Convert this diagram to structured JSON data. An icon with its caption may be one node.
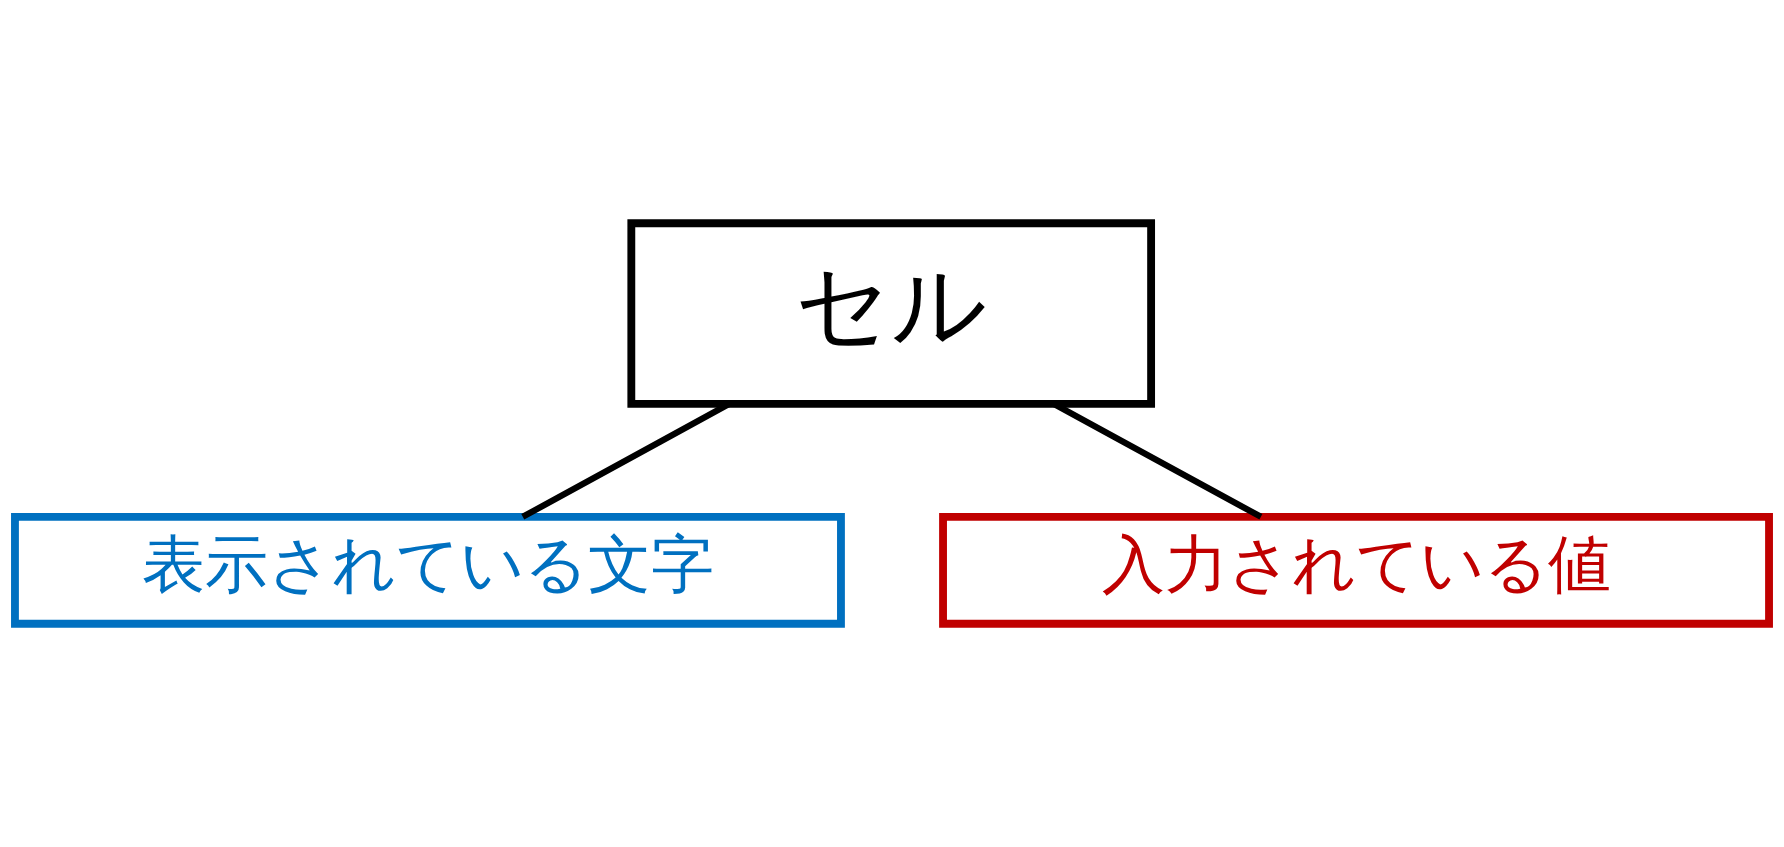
{
  "diagram": {
    "nodes": [
      {
        "text": [
          "セル"
        ]
      },
      {
        "text": [
          "表示されている文字"
        ]
      },
      {
        "text": [
          "入力されている値"
        ]
      }
    ],
    "edges": [
      {
        "from": 0,
        "to": 1,
        "arrow": "none"
      },
      {
        "from": 0,
        "to": 2,
        "arrow": "none"
      }
    ]
  }
}
